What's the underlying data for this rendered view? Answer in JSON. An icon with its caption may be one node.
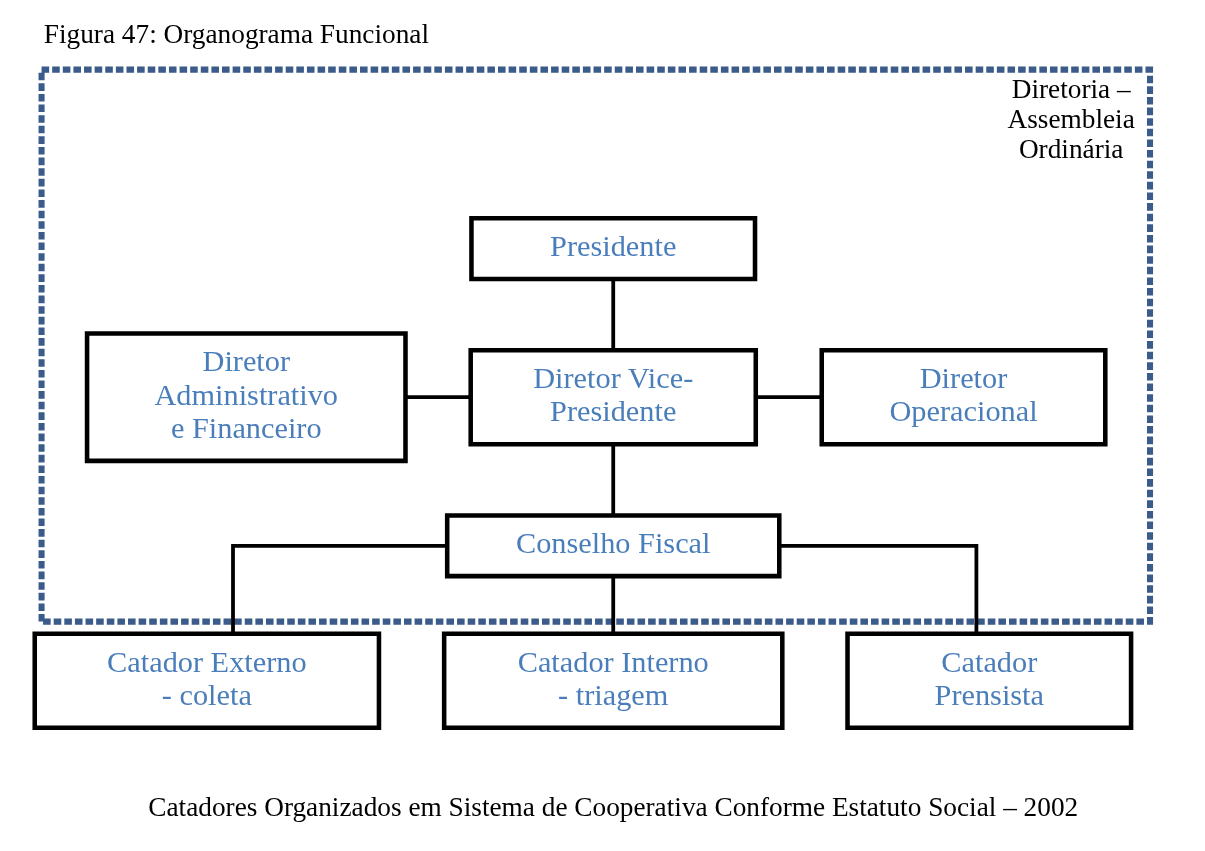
{
  "diagram": {
    "title": "Figura 47: Organograma Funcional",
    "caption": "Catadores Organizados em Sistema de Cooperativa Conforme Estatuto Social – 2002",
    "nodes": [
      {
        "text": [
          "Diretoria – Assembleia Ordinária"
        ]
      },
      {
        "text": [
          "Presidente"
        ],
        "in": 0
      },
      {
        "text": [
          "Diretor Administrativo e Financeiro"
        ],
        "in": 0
      },
      {
        "text": [
          "Diretor Vice-Presidente"
        ],
        "in": 0
      },
      {
        "text": [
          "Diretor Operacional"
        ],
        "in": 0
      },
      {
        "text": [
          "Conselho Fiscal"
        ],
        "in": 0
      },
      {
        "text": [
          "Catador Externo - coleta"
        ]
      },
      {
        "text": [
          "Catador Interno - triagem"
        ]
      },
      {
        "text": [
          "Catador Prensista"
        ]
      }
    ],
    "edges": [
      {
        "from": 1,
        "to": 3,
        "arrow": "none"
      },
      {
        "from": 2,
        "to": 3,
        "arrow": "none"
      },
      {
        "from": 3,
        "to": 4,
        "arrow": "none"
      },
      {
        "from": 3,
        "to": 5,
        "arrow": "none"
      },
      {
        "from": 5,
        "to": 6,
        "arrow": "none"
      },
      {
        "from": 5,
        "to": 7,
        "arrow": "none"
      },
      {
        "from": 5,
        "to": 8,
        "arrow": "none"
      }
    ]
  }
}
